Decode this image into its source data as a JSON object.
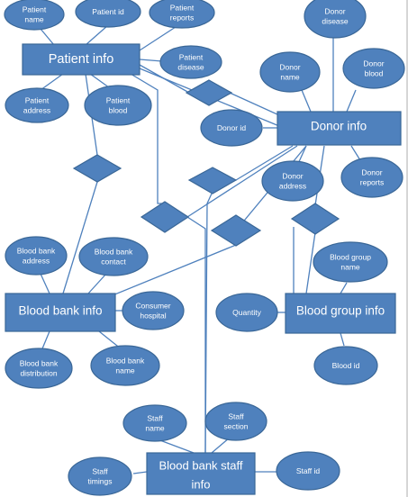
{
  "entities": {
    "patient": "Patient info",
    "donor": "Donor info",
    "blood_bank": "Blood bank info",
    "blood_group": "Blood group info",
    "staff_1": "Blood bank staff",
    "staff_2": "info"
  },
  "attributes": {
    "patient_name": [
      "Patient",
      "name"
    ],
    "patient_id": [
      "Patient id"
    ],
    "patient_reports": [
      "Patient",
      "reports"
    ],
    "patient_disease": [
      "Patient",
      "disease"
    ],
    "patient_address": [
      "Patient",
      "address"
    ],
    "patient_blood": [
      "Patient",
      "blood"
    ],
    "donor_disease": [
      "Donor",
      "disease"
    ],
    "donor_name": [
      "Donor",
      "name"
    ],
    "donor_blood": [
      "Donor",
      "blood"
    ],
    "donor_id": [
      "Donor id"
    ],
    "donor_address": [
      "Donor",
      "address"
    ],
    "donor_reports": [
      "Donor",
      "reports"
    ],
    "bb_address": [
      "Blood bank",
      "address"
    ],
    "bb_contact": [
      "Blood bank",
      "contact"
    ],
    "consumer_hospital": [
      "Consumer",
      "hospital"
    ],
    "bb_distribution": [
      "Blood bank",
      "distribution"
    ],
    "bb_name": [
      "Blood bank",
      "name"
    ],
    "quantity": [
      "Quantity"
    ],
    "bg_name": [
      "Blood group",
      "name"
    ],
    "blood_id": [
      "Blood id"
    ],
    "staff_name": [
      "Staff",
      "name"
    ],
    "staff_section": [
      "Staff",
      "section"
    ],
    "staff_timings": [
      "Staff",
      "timings"
    ],
    "staff_id": [
      "Staff id"
    ]
  }
}
